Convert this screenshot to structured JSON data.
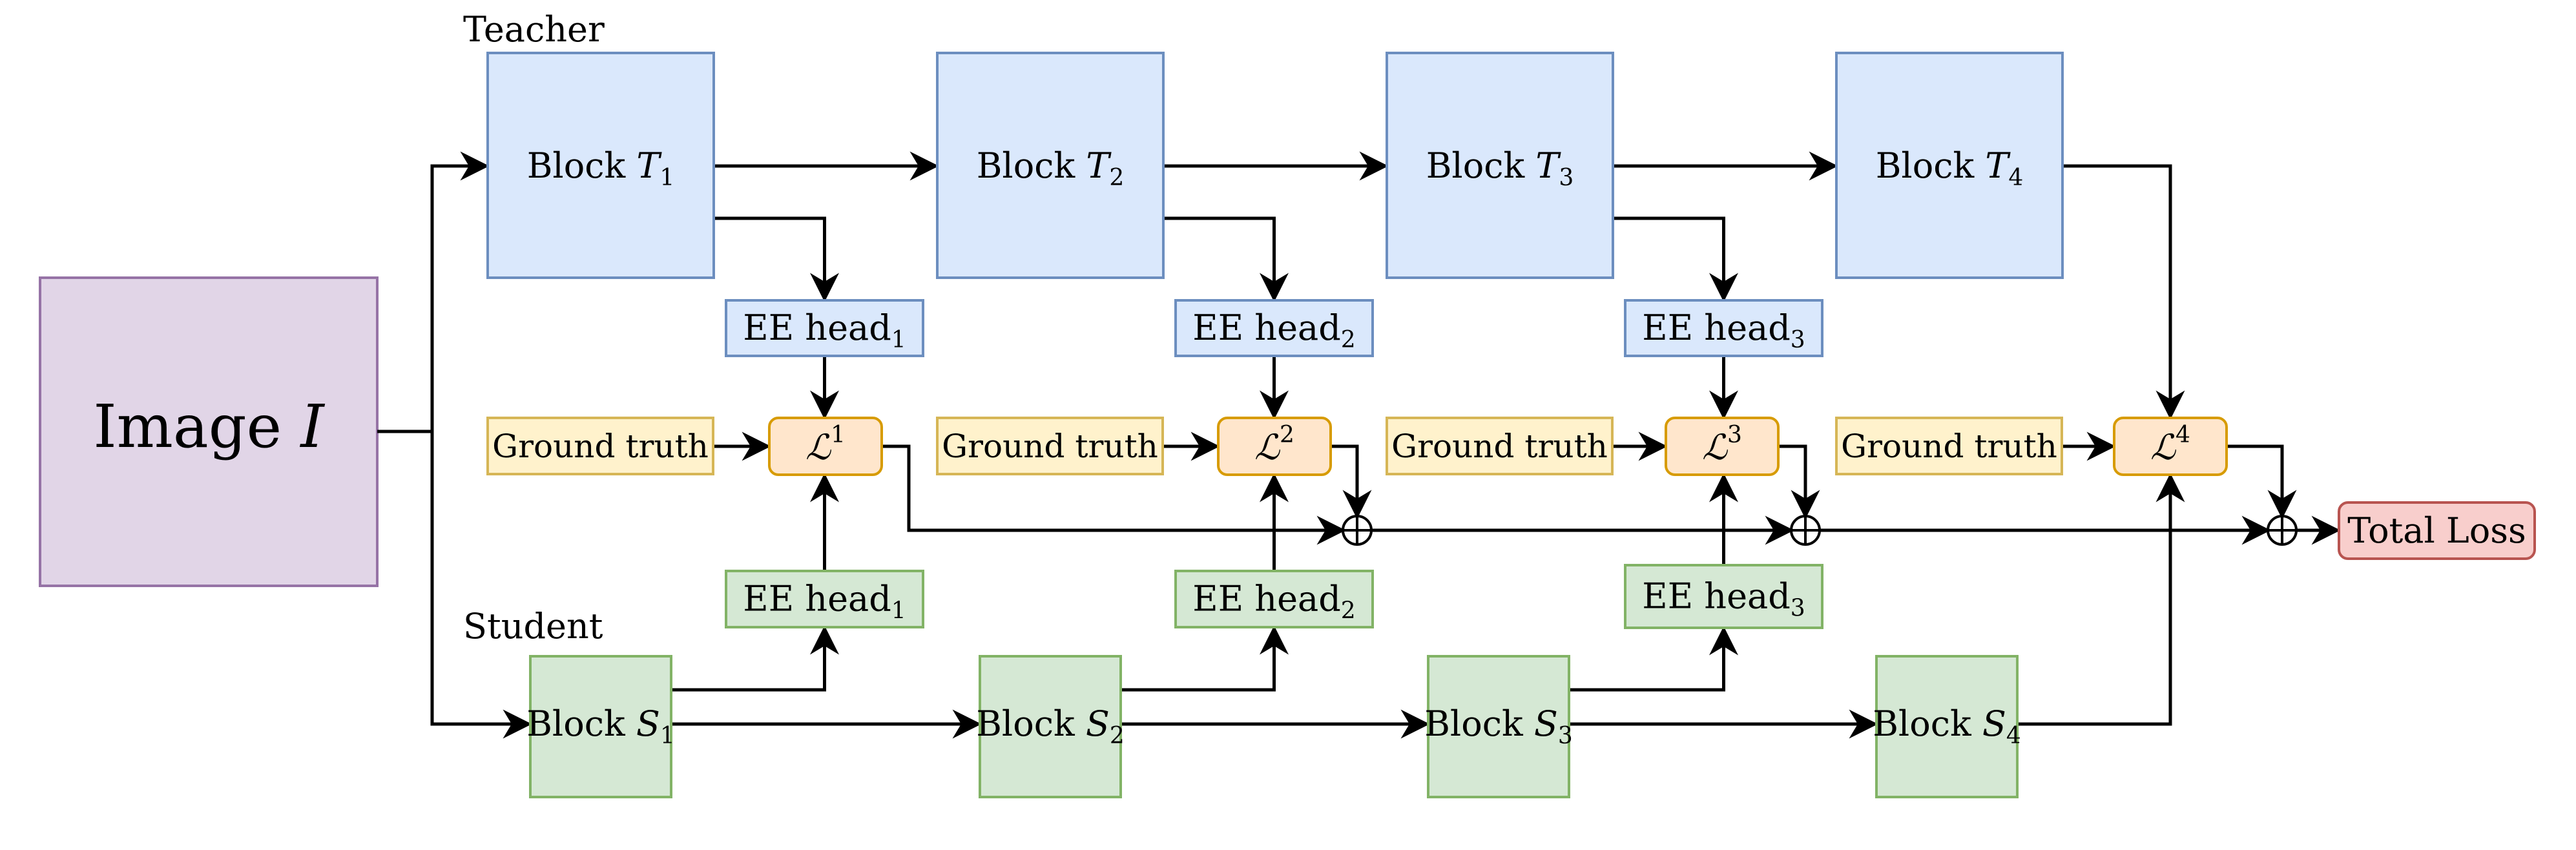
{
  "title": "Teacher-student early-exit distillation diagram",
  "colors": {
    "teacher_fill": "#dae8fc",
    "teacher_stroke": "#6c8ebf",
    "student_fill": "#d5e8d4",
    "student_stroke": "#82b366",
    "gt_fill": "#fff2cc",
    "gt_stroke": "#d6b656",
    "loss_fill": "#ffe6cc",
    "loss_stroke": "#d79b00",
    "total_fill": "#f8cecc",
    "total_stroke": "#b85450",
    "image_fill": "#e1d5e7",
    "image_stroke": "#9673a6"
  },
  "labels": {
    "teacher": "Teacher",
    "student": "Student"
  },
  "input": {
    "text": "Image",
    "var": "I"
  },
  "teacher_blocks": [
    {
      "text": "Block",
      "var": "T",
      "sub": "1"
    },
    {
      "text": "Block",
      "var": "T",
      "sub": "2"
    },
    {
      "text": "Block",
      "var": "T",
      "sub": "3"
    },
    {
      "text": "Block",
      "var": "T",
      "sub": "4"
    }
  ],
  "student_blocks": [
    {
      "text": "Block",
      "var": "S",
      "sub": "1"
    },
    {
      "text": "Block",
      "var": "S",
      "sub": "2"
    },
    {
      "text": "Block",
      "var": "S",
      "sub": "3"
    },
    {
      "text": "Block",
      "var": "S",
      "sub": "4"
    }
  ],
  "teacher_heads": [
    {
      "text": "EE head",
      "sub": "1"
    },
    {
      "text": "EE head",
      "sub": "2"
    },
    {
      "text": "EE head",
      "sub": "3"
    }
  ],
  "student_heads": [
    {
      "text": "EE head",
      "sub": "1"
    },
    {
      "text": "EE head",
      "sub": "2"
    },
    {
      "text": "EE head",
      "sub": "3"
    }
  ],
  "ground_truth": [
    "Ground truth",
    "Ground truth",
    "Ground truth",
    "Ground truth"
  ],
  "losses": [
    {
      "sym": "ℒ",
      "sup": "1"
    },
    {
      "sym": "ℒ",
      "sup": "2"
    },
    {
      "sym": "ℒ",
      "sup": "3"
    },
    {
      "sym": "ℒ",
      "sup": "4"
    }
  ],
  "sum_symbol": "⊕",
  "output": {
    "text": "Total Loss"
  }
}
